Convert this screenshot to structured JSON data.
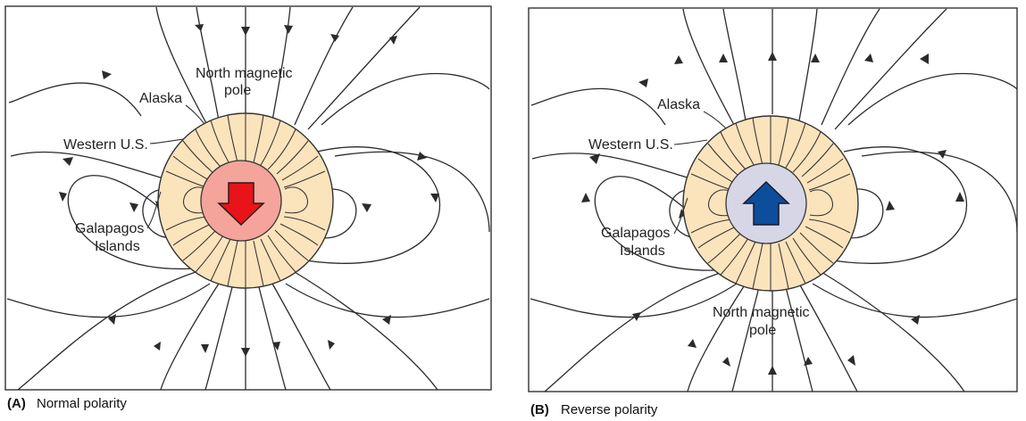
{
  "colors": {
    "earth_fill": "#fbe4bc",
    "earth_stroke": "#333333",
    "core_normal": "#f4a49a",
    "core_reverse": "#d6d6e6",
    "arrow_normal": "#e8141a",
    "arrow_reverse": "#0c4d9c",
    "line": "#2b2b2b"
  },
  "panel_a": {
    "caption_letter": "(A)",
    "caption_text": "Normal polarity",
    "label_pole_1": "North magnetic",
    "label_pole_2": "pole",
    "label_alaska": "Alaska",
    "label_western": "Western U.S.",
    "label_galapagos_1": "Galapagos",
    "label_galapagos_2": "Islands",
    "arrow_direction": "down"
  },
  "panel_b": {
    "caption_letter": "(B)",
    "caption_text": "Reverse polarity",
    "label_pole_1": "North magnetic",
    "label_pole_2": "pole",
    "label_alaska": "Alaska",
    "label_western": "Western U.S.",
    "label_galapagos_1": "Galapagos",
    "label_galapagos_2": "Islands",
    "arrow_direction": "up"
  }
}
